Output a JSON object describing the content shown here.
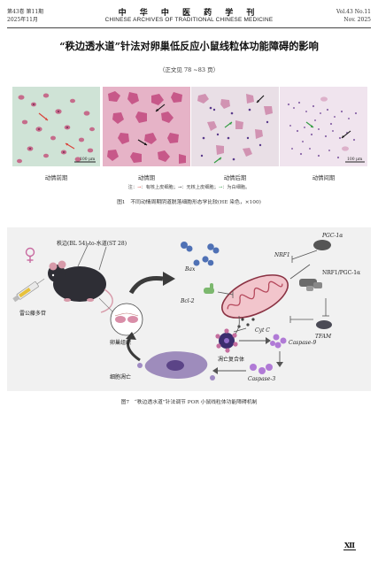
{
  "header": {
    "volume_cn": "第43卷 第11期",
    "date_cn": "2025年11月",
    "journal_cn": "中 华 中 医 药 学 刊",
    "journal_en": "CHINESE ARCHIVES OF TRADITIONAL CHINESE MEDICINE",
    "volume_en": "Vol.43 No.11",
    "date_en": "Nov. 2025"
  },
  "article": {
    "title": "“秩边透水道”针法对卵巢低反应小鼠线粒体功能障碍的影响",
    "subtitle": "（正文见 78 ~83 页）"
  },
  "figure1": {
    "scale_bar": "100 μm",
    "panels": [
      {
        "label": "动情前期",
        "bg": "#cfe3d6"
      },
      {
        "label": "动情期",
        "bg": "#e6b3c7"
      },
      {
        "label": "动情后期",
        "bg": "#e9dfe6"
      },
      {
        "label": "动情间期",
        "bg": "#f0e4ee"
      }
    ],
    "note_prefix": "注：",
    "note_red_arrow": "→",
    "note_red": "：有核上皮细胞；",
    "note_black_arrow": "→",
    "note_black": "：无核上皮细胞；",
    "note_green_arrow": "→",
    "note_green": "：为白细胞。",
    "caption": "图1　不同动情周期阴道脱落细胞形态学比较(HE 染色，×100)"
  },
  "figure7": {
    "acupoint": "秩边(BL 54)-to-水道(ST 28)",
    "drug": "雷公藤多苷",
    "ovary": "卵巢组织",
    "apoptosome": "凋亡复合体",
    "cell_apoptosis": "细胞凋亡",
    "bax": "Bax",
    "bcl2": "Bcl-2",
    "nrf1": "NRF1",
    "pgc": "PGC-1α",
    "nrf1_pgc": "NRF1/PGC-1α",
    "tfam": "TFAM",
    "cytc": "Cyt C",
    "casp9": "Caspase-9",
    "casp3": "Caspase-3",
    "caption": "图7　“秩边透水道”针法调节 POR 小鼠线粒体功能障碍机制"
  },
  "page_number": "Ⅻ"
}
